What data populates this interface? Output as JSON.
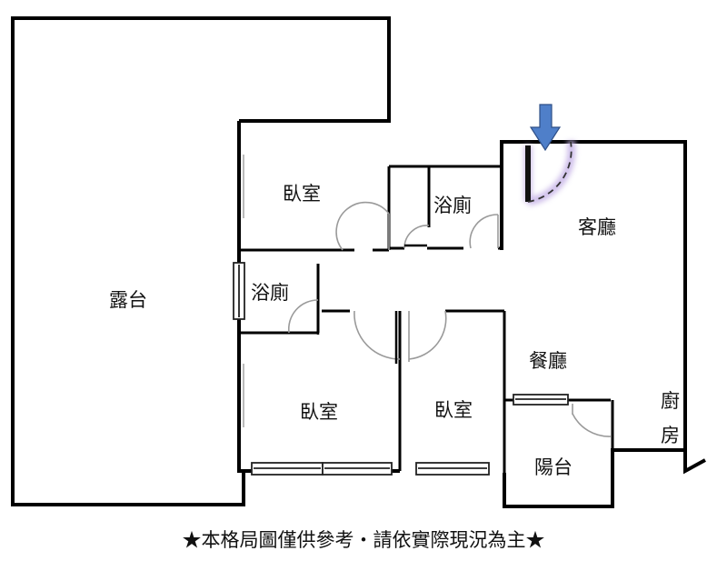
{
  "rooms": {
    "terrace": "露台",
    "bedroom_1": "臥室",
    "bathroom_1": "浴廁",
    "bathroom_2": "浴廁",
    "living_room": "客廳",
    "dining_room": "餐廳",
    "bedroom_2": "臥室",
    "bedroom_3": "臥室",
    "balcony": "陽台",
    "kitchen_line1": "廚",
    "kitchen_line2": "房"
  },
  "caption": "★本格局圖僅供參考‧請依實際現況為主★",
  "colors": {
    "wall": "#000000",
    "window": "#222222",
    "door_swing": "#9a9a9a",
    "entry_arrow": "#4f7fc9",
    "entry_arrow_edge": "#2f4f87",
    "entry_glow": "#c9b7e8"
  },
  "icons": {
    "entry": "down-arrow-icon"
  }
}
